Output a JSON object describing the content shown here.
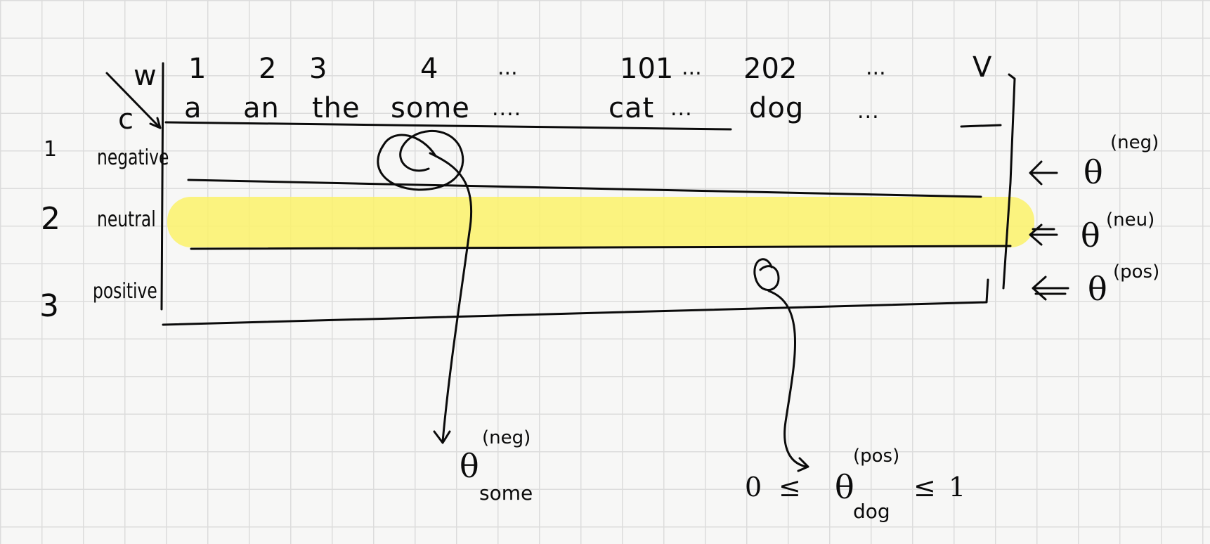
{
  "header": {
    "corner_top": "w",
    "corner_bottom": "c",
    "indices": [
      "1",
      "2",
      "3",
      "4",
      "...",
      "101",
      "...",
      "202",
      "...",
      "V"
    ],
    "words": [
      "a",
      "an",
      "the",
      "some",
      "....",
      "cat",
      "...",
      "dog",
      "..."
    ]
  },
  "rows": [
    {
      "index": "1",
      "label": "negative"
    },
    {
      "index": "2",
      "label": "neutral"
    },
    {
      "index": "3",
      "label": "positive"
    }
  ],
  "row_params": [
    {
      "symbol": "θ",
      "superscript": "(neg)"
    },
    {
      "symbol": "θ",
      "superscript": "(neu)"
    },
    {
      "symbol": "θ",
      "superscript": "(pos)"
    }
  ],
  "callout_some": {
    "symbol": "θ",
    "superscript": "(neg)",
    "subscript": "some"
  },
  "callout_dog": {
    "lower": "0",
    "le1": "≤",
    "symbol": "θ",
    "superscript": "(pos)",
    "subscript": "dog",
    "le2": "≤",
    "upper": "1"
  },
  "colors": {
    "ink": "#0b0b0b",
    "highlight": "#fbf26a",
    "grid": "#dcdcdc",
    "paper": "#f7f7f6"
  }
}
